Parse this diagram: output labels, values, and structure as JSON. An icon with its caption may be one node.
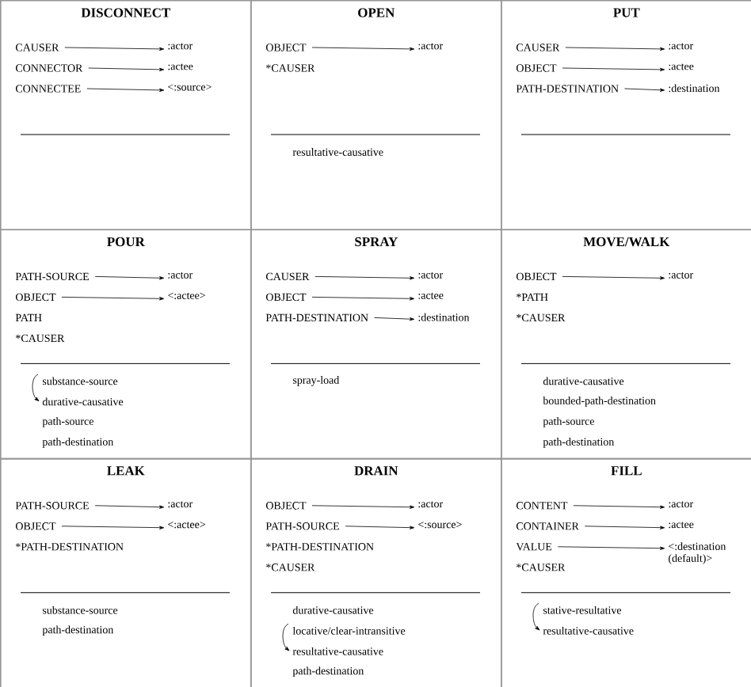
{
  "diagram": {
    "nodes": [
      {
        "text": [
          "DISCONNECT"
        ]
      },
      {
        "text": [
          "CAUSER"
        ],
        "in": 0
      },
      {
        "text": [
          ":actor"
        ],
        "in": 0
      },
      {
        "text": [
          "CONNECTOR"
        ],
        "in": 0
      },
      {
        "text": [
          ":actee"
        ],
        "in": 0
      },
      {
        "text": [
          "CONNECTEE"
        ],
        "in": 0
      },
      {
        "text": [
          "<:source>"
        ],
        "in": 0
      },
      {
        "text": [
          "OPEN"
        ]
      },
      {
        "text": [
          "OBJECT"
        ],
        "in": 7
      },
      {
        "text": [
          ":actor"
        ],
        "in": 7
      },
      {
        "text": [
          "*CAUSER"
        ],
        "in": 7
      },
      {
        "text": [
          "resultative-causative"
        ],
        "in": 7
      },
      {
        "text": [
          "PUT"
        ]
      },
      {
        "text": [
          "CAUSER"
        ],
        "in": 12
      },
      {
        "text": [
          ":actor"
        ],
        "in": 12
      },
      {
        "text": [
          "OBJECT"
        ],
        "in": 12
      },
      {
        "text": [
          ":actee"
        ],
        "in": 12
      },
      {
        "text": [
          "PATH-DESTINATION"
        ],
        "in": 12
      },
      {
        "text": [
          ":destination"
        ],
        "in": 12
      },
      {
        "text": [
          "POUR"
        ]
      },
      {
        "text": [
          "PATH-SOURCE"
        ],
        "in": 19
      },
      {
        "text": [
          ":actor"
        ],
        "in": 19
      },
      {
        "text": [
          "OBJECT"
        ],
        "in": 19
      },
      {
        "text": [
          "<:actee>"
        ],
        "in": 19
      },
      {
        "text": [
          "PATH"
        ],
        "in": 19
      },
      {
        "text": [
          "*CAUSER"
        ],
        "in": 19
      },
      {
        "text": [
          "substance-source"
        ],
        "in": 19
      },
      {
        "text": [
          "durative-causative"
        ],
        "in": 19
      },
      {
        "text": [
          "path-source"
        ],
        "in": 19
      },
      {
        "text": [
          "path-destination"
        ],
        "in": 19
      },
      {
        "text": [
          "SPRAY"
        ]
      },
      {
        "text": [
          "CAUSER"
        ],
        "in": 30
      },
      {
        "text": [
          ":actor"
        ],
        "in": 30
      },
      {
        "text": [
          "OBJECT"
        ],
        "in": 30
      },
      {
        "text": [
          ":actee"
        ],
        "in": 30
      },
      {
        "text": [
          "PATH-DESTINATION"
        ],
        "in": 30
      },
      {
        "text": [
          ":destination"
        ],
        "in": 30
      },
      {
        "text": [
          "spray-load"
        ],
        "in": 30
      },
      {
        "text": [
          "MOVE/WALK"
        ]
      },
      {
        "text": [
          "OBJECT"
        ],
        "in": 38
      },
      {
        "text": [
          ":actor"
        ],
        "in": 38
      },
      {
        "text": [
          "*PATH"
        ],
        "in": 38
      },
      {
        "text": [
          "*CAUSER"
        ],
        "in": 38
      },
      {
        "text": [
          "durative-causative"
        ],
        "in": 38
      },
      {
        "text": [
          "bounded-path-destination"
        ],
        "in": 38
      },
      {
        "text": [
          "path-source"
        ],
        "in": 38
      },
      {
        "text": [
          "path-destination"
        ],
        "in": 38
      },
      {
        "text": [
          "LEAK"
        ]
      },
      {
        "text": [
          "PATH-SOURCE"
        ],
        "in": 47
      },
      {
        "text": [
          ":actor"
        ],
        "in": 47
      },
      {
        "text": [
          "OBJECT"
        ],
        "in": 47
      },
      {
        "text": [
          "<:actee>"
        ],
        "in": 47
      },
      {
        "text": [
          "*PATH-DESTINATION"
        ],
        "in": 47
      },
      {
        "text": [
          "substance-source"
        ],
        "in": 47
      },
      {
        "text": [
          "path-destination"
        ],
        "in": 47
      },
      {
        "text": [
          "DRAIN"
        ]
      },
      {
        "text": [
          "OBJECT"
        ],
        "in": 55
      },
      {
        "text": [
          ":actor"
        ],
        "in": 55
      },
      {
        "text": [
          "PATH-SOURCE"
        ],
        "in": 55
      },
      {
        "text": [
          "<:source>"
        ],
        "in": 55
      },
      {
        "text": [
          "*PATH-DESTINATION"
        ],
        "in": 55
      },
      {
        "text": [
          "*CAUSER"
        ],
        "in": 55
      },
      {
        "text": [
          "durative-causative"
        ],
        "in": 55
      },
      {
        "text": [
          "locative/clear-intransitive"
        ],
        "in": 55
      },
      {
        "text": [
          "resultative-causative"
        ],
        "in": 55
      },
      {
        "text": [
          "path-destination"
        ],
        "in": 55
      },
      {
        "text": [
          "FILL"
        ]
      },
      {
        "text": [
          "CONTENT"
        ],
        "in": 66
      },
      {
        "text": [
          ":actor"
        ],
        "in": 66
      },
      {
        "text": [
          "CONTAINER"
        ],
        "in": 66
      },
      {
        "text": [
          ":actee"
        ],
        "in": 66
      },
      {
        "text": [
          "VALUE"
        ],
        "in": 66
      },
      {
        "text": [
          "<:destination (default)>"
        ],
        "in": 66
      },
      {
        "text": [
          "*CAUSER"
        ],
        "in": 66
      },
      {
        "text": [
          "stative-resultative"
        ],
        "in": 66
      },
      {
        "text": [
          "resultative-causative"
        ],
        "in": 66
      }
    ],
    "edges": [
      {
        "from": 1,
        "to": 2,
        "arrow": "to"
      },
      {
        "from": 3,
        "to": 4,
        "arrow": "to"
      },
      {
        "from": 5,
        "to": 6,
        "arrow": "to"
      },
      {
        "from": 8,
        "to": 9,
        "arrow": "to"
      },
      {
        "from": 13,
        "to": 14,
        "arrow": "to"
      },
      {
        "from": 15,
        "to": 16,
        "arrow": "to"
      },
      {
        "from": 17,
        "to": 18,
        "arrow": "to"
      },
      {
        "from": 20,
        "to": 21,
        "arrow": "to"
      },
      {
        "from": 22,
        "to": 23,
        "arrow": "to"
      },
      {
        "from": 26,
        "to": 27,
        "arrow": "to"
      },
      {
        "from": 31,
        "to": 32,
        "arrow": "to"
      },
      {
        "from": 33,
        "to": 34,
        "arrow": "to"
      },
      {
        "from": 35,
        "to": 36,
        "arrow": "to"
      },
      {
        "from": 39,
        "to": 40,
        "arrow": "to"
      },
      {
        "from": 48,
        "to": 49,
        "arrow": "to"
      },
      {
        "from": 50,
        "to": 51,
        "arrow": "to"
      },
      {
        "from": 56,
        "to": 57,
        "arrow": "to"
      },
      {
        "from": 58,
        "to": 59,
        "arrow": "to"
      },
      {
        "from": 63,
        "to": 64,
        "arrow": "to"
      },
      {
        "from": 67,
        "to": 68,
        "arrow": "to"
      },
      {
        "from": 69,
        "to": 70,
        "arrow": "to"
      },
      {
        "from": 71,
        "to": 72,
        "arrow": "to"
      },
      {
        "from": 74,
        "to": 75,
        "arrow": "to"
      }
    ]
  }
}
